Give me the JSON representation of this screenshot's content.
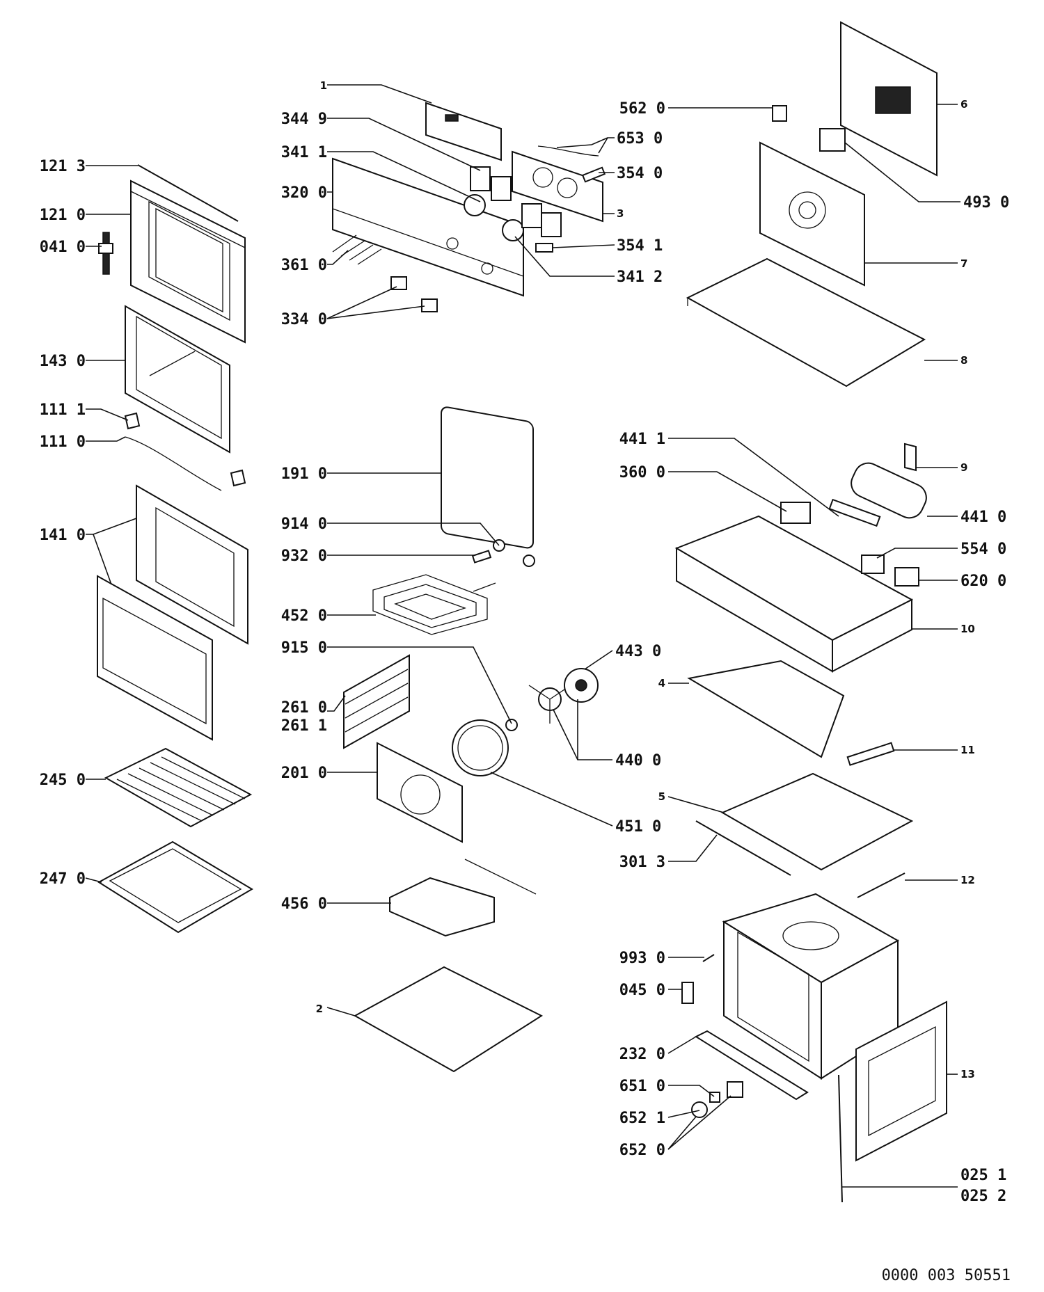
{
  "document_number": "0000 003 50551",
  "labels": {
    "l1": "1",
    "l3449": "344 9",
    "l3411": "341 1",
    "l3200": "320 0",
    "l3610": "361 0",
    "l3340": "334 0",
    "l6530": "653 0",
    "l3540": "354 0",
    "l3": "3",
    "l3541": "354 1",
    "l3412": "341 2",
    "l5620": "562 0",
    "l6": "6",
    "l4930": "493 0",
    "l7": "7",
    "l8": "8",
    "l1213": "121 3",
    "l1210": "121 0",
    "l0410": "041 0",
    "l1430": "143 0",
    "l1111": "111 1",
    "l1110": "111 0",
    "l1410": "141 0",
    "l2450": "245 0",
    "l2470": "247 0",
    "l1910": "191 0",
    "l9140": "914 0",
    "l9320": "932 0",
    "l4520": "452 0",
    "l9150": "915 0",
    "l2610": "261 0",
    "l2611": "261 1",
    "l2010": "201 0",
    "l4560": "456 0",
    "l2": "2",
    "l4430": "443 0",
    "l4400": "440 0",
    "l4510": "451 0",
    "l4411": "441 1",
    "l3600": "360 0",
    "l9": "9",
    "l4410": "441 0",
    "l5540": "554 0",
    "l6200": "620 0",
    "l10": "10",
    "l4": "4",
    "l11": "11",
    "l5": "5",
    "l3013": "301 3",
    "l12": "12",
    "l9930": "993 0",
    "l0450": "045 0",
    "l2320": "232 0",
    "l6510": "651 0",
    "l6521": "652 1",
    "l6520": "652 0",
    "l13": "13",
    "l0251": "025 1",
    "l0252": "025 2"
  }
}
